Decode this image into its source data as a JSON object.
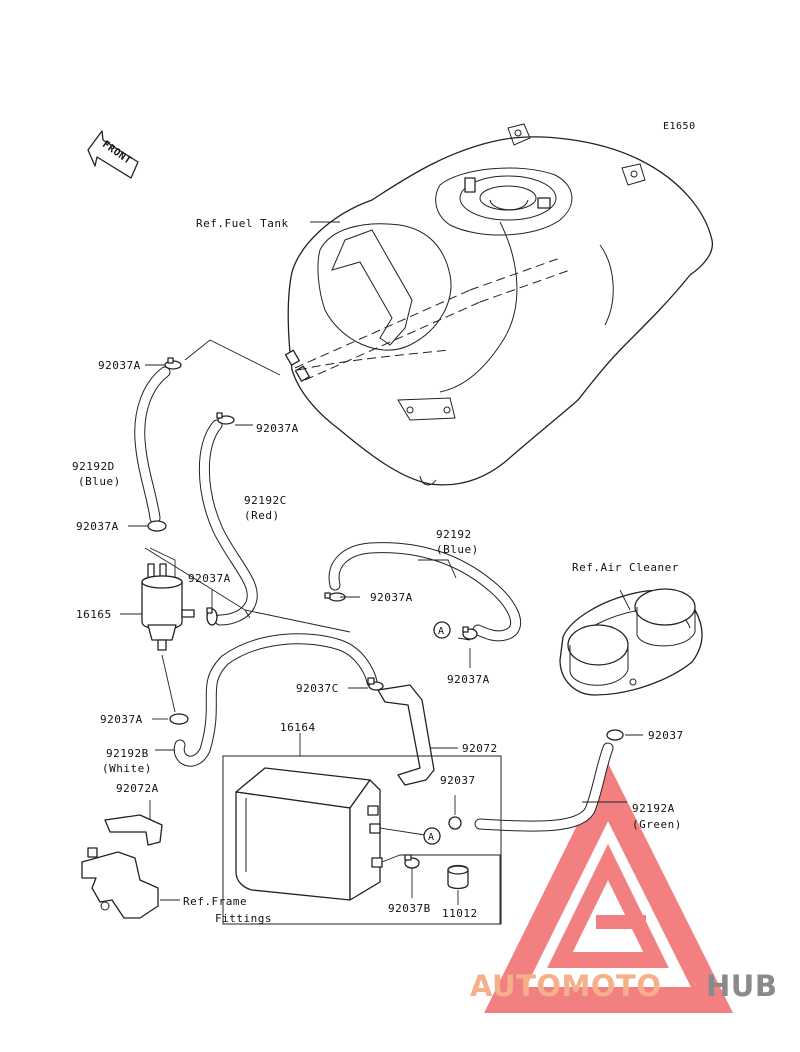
{
  "figure_code": "E1650",
  "front_label": "FRONT",
  "labels": {
    "ref_fuel_tank": "Ref.Fuel Tank",
    "ref_air_cleaner": "Ref.Air Cleaner",
    "ref_frame_line1": "Ref.Frame",
    "ref_frame_line2": "Fittings",
    "p92037A_top": "92037A",
    "p92037A_mid": "92037A",
    "p92192D": "92192D",
    "p92192D_color": "(Blue)",
    "p92192C": "92192C",
    "p92192C_color": "(Red)",
    "p92037A_left": "92037A",
    "p92037A_filter": "92037A",
    "p16165": "16165",
    "p92192": "92192",
    "p92192_color": "(Blue)",
    "p92037A_blue": "92037A",
    "p92037A_a": "92037A",
    "p92037C": "92037C",
    "p92037A_low": "92037A",
    "p92192B": "92192B",
    "p92192B_color": "(White)",
    "p92072A": "92072A",
    "p16164": "16164",
    "p92072": "92072",
    "p92037_mid": "92037",
    "p92037_right": "92037",
    "p92192A": "92192A",
    "p92192A_color": "(Green)",
    "p92037B": "92037B",
    "p11012": "11012",
    "marker_a1": "A",
    "marker_a2": "A"
  },
  "watermark": {
    "brand_part1": "AUTOMOTO",
    "brand_part2": "HUB",
    "color_part1": "#f5b08a",
    "color_part2": "#8a8a8a",
    "triangle_color": "#f06a6a"
  },
  "hose_colors_named": {
    "92192D": "Blue",
    "92192C": "Red",
    "92192": "Blue",
    "92192B": "White",
    "92192A": "Green"
  }
}
